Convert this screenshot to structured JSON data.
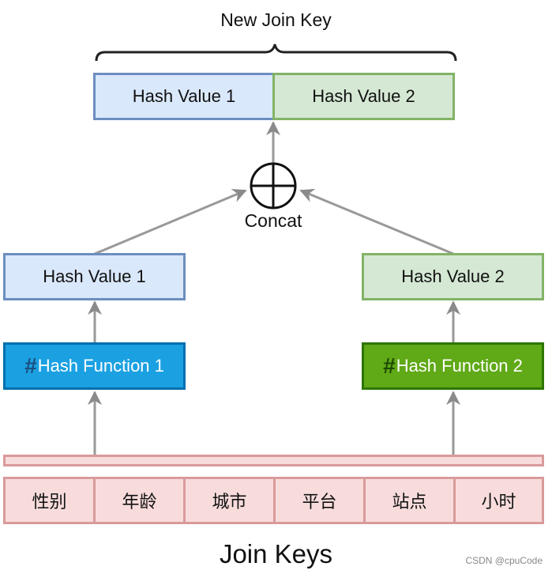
{
  "diagram": {
    "new_key_title": "New Join Key",
    "combined": {
      "left": "Hash Value 1",
      "right": "Hash Value 2"
    },
    "concat_label": "Concat",
    "left_value": "Hash Value 1",
    "right_value": "Hash Value 2",
    "left_function": {
      "icon": "#",
      "label": "Hash Function 1"
    },
    "right_function": {
      "icon": "#",
      "label": "Hash Function 2"
    },
    "keys": [
      "性别",
      "年龄",
      "城市",
      "平台",
      "站点",
      "小时"
    ],
    "bottom_title": "Join Keys"
  },
  "credit": "CSDN @cpuCode",
  "colors": {
    "blue_fill": "#dae8fc",
    "blue_border": "#6c8ebf",
    "green_fill": "#d5e8d4",
    "green_border": "#82b366",
    "fn_blue": "#1ba1e2",
    "fn_green": "#60a917",
    "key_fill": "#f8dcdc",
    "key_border": "#d99a9a",
    "arrow": "#999999"
  }
}
